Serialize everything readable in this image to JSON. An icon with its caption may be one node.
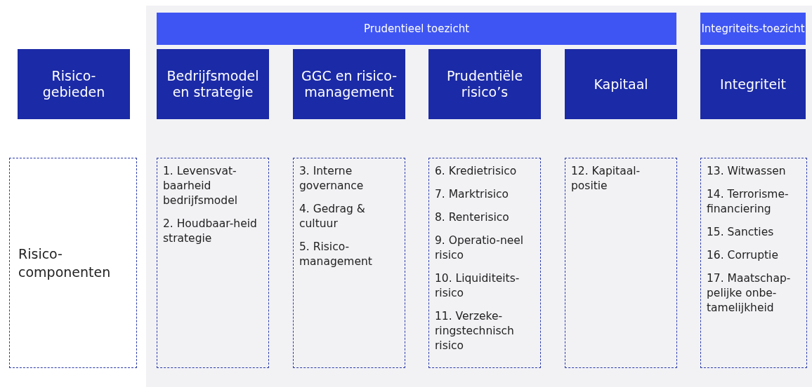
{
  "diagram": {
    "nodes": [
      {
        "text": [
          "Prudentieel toezicht"
        ]
      },
      {
        "text": [
          "Integriteits-toezicht"
        ]
      },
      {
        "text": [
          "Risico-gebieden"
        ]
      },
      {
        "text": [
          "Bedrijfsmodel en strategie"
        ]
      },
      {
        "text": [
          "GGC en risico-management"
        ]
      },
      {
        "text": [
          "Prudentiële risico’s"
        ]
      },
      {
        "text": [
          "Kapitaal"
        ]
      },
      {
        "text": [
          "Integriteit"
        ]
      },
      {
        "text": [
          "Risico-componenten"
        ]
      },
      {
        "text": [
          "1. Levensvat-baarheid bedrijfsmodel",
          "2. Houdbaar-heid strategie"
        ]
      },
      {
        "text": [
          "3. Interne governance",
          "4. Gedrag & cultuur",
          "5. Risico-management"
        ]
      },
      {
        "text": [
          "6. Kredietrisico",
          "7. Marktrisico",
          "8. Renterisico",
          "9. Operatio-neel risico",
          "10. Liquiditeits-risico",
          "11. Verzeke-ringstechnisch risico"
        ]
      },
      {
        "text": [
          "12. Kapitaal-positie"
        ]
      },
      {
        "text": [
          "13. Witwassen",
          "14. Terrorisme-financiering",
          "15. Sancties",
          "16. Corruptie",
          "17. Maatschap-pelijke onbe-tamelijkheid"
        ]
      }
    ]
  }
}
